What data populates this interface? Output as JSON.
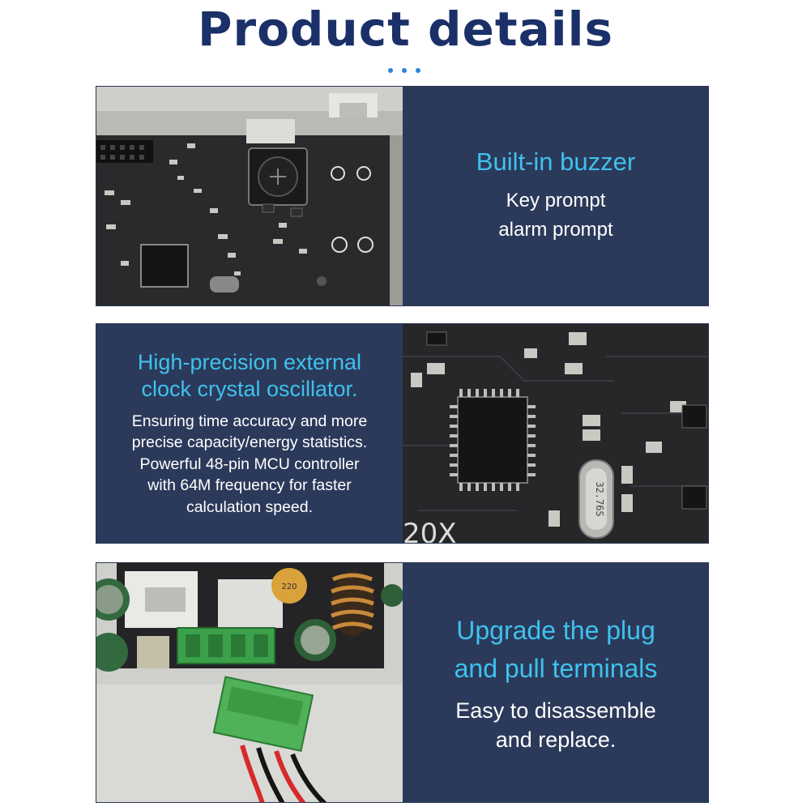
{
  "page": {
    "title": "Product details"
  },
  "colors": {
    "title": "#1b3068",
    "heading": "#3fc1ee",
    "panel": "#2b3a5a",
    "dots": "#2a82e0"
  },
  "sections": [
    {
      "heading_lines": [
        "Built-in buzzer"
      ],
      "body_lines": [
        "Key prompt",
        "alarm prompt"
      ]
    },
    {
      "heading_lines": [
        "High-precision external",
        "clock crystal oscillator."
      ],
      "body_lines": [
        "Ensuring time accuracy and more",
        "precise capacity/energy statistics.",
        "Powerful 48-pin MCU controller",
        "with 64M frequency for faster",
        "calculation speed."
      ],
      "photo": {
        "crystal_marking": "32.76S",
        "board_marking": "20X"
      }
    },
    {
      "heading_lines": [
        "Upgrade the plug",
        "and pull terminals"
      ],
      "body_lines": [
        "Easy to disassemble",
        "and replace."
      ],
      "photo": {
        "capacitor_marking": "220"
      }
    }
  ]
}
